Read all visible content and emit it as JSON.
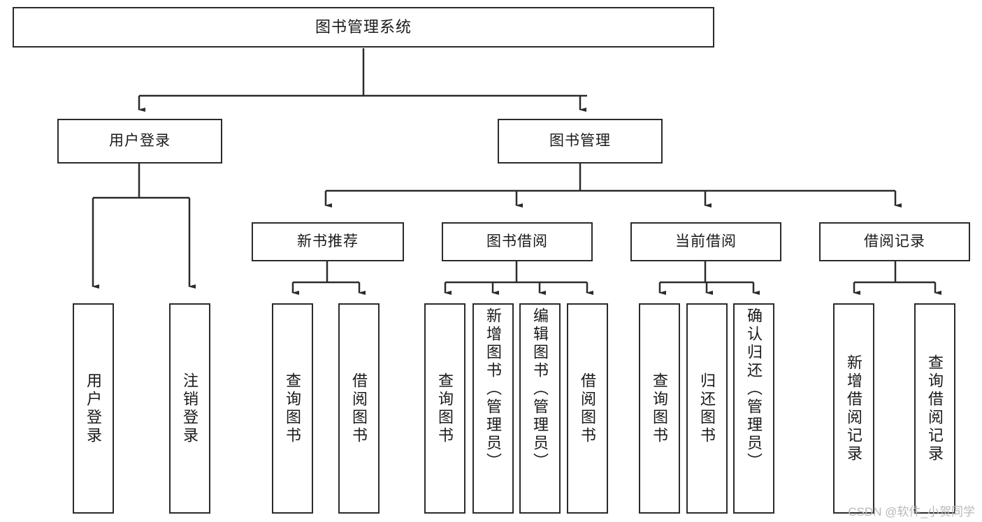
{
  "diagram": {
    "type": "tree-hierarchy-chart",
    "title": "图书管理系统",
    "stroke_color": "#2b2b2b",
    "background_color": "#ffffff",
    "text_color": "#1a1a1a",
    "watermark": "CSDN @软件_小贺同学",
    "watermark_color": "#b9b9b9"
  },
  "nodes": {
    "root": {
      "label": "图书管理系统"
    },
    "level2": [
      {
        "id": "user-login",
        "label": "用户登录"
      },
      {
        "id": "book-manage",
        "label": "图书管理"
      }
    ],
    "level3": [
      {
        "id": "new-book-recommend",
        "label": "新书推荐"
      },
      {
        "id": "book-borrow",
        "label": "图书借阅"
      },
      {
        "id": "current-borrow",
        "label": "当前借阅"
      },
      {
        "id": "borrow-record",
        "label": "借阅记录"
      }
    ],
    "leaves": [
      {
        "id": "leaf-user-login",
        "label": "用户登录",
        "parent": "user-login"
      },
      {
        "id": "leaf-logout",
        "label": "注销登录",
        "parent": "user-login"
      },
      {
        "id": "leaf-query-book-1",
        "label": "查询图书",
        "parent": "new-book-recommend"
      },
      {
        "id": "leaf-borrow-book-1",
        "label": "借阅图书",
        "parent": "new-book-recommend"
      },
      {
        "id": "leaf-query-book-2",
        "label": "查询图书",
        "parent": "book-borrow"
      },
      {
        "id": "leaf-add-book",
        "label": "新增图书（管理员）",
        "parent": "book-borrow"
      },
      {
        "id": "leaf-edit-book",
        "label": "编辑图书（管理员）",
        "parent": "book-borrow"
      },
      {
        "id": "leaf-borrow-book-2",
        "label": "借阅图书",
        "parent": "book-borrow"
      },
      {
        "id": "leaf-query-book-3",
        "label": "查询图书",
        "parent": "current-borrow"
      },
      {
        "id": "leaf-return-book",
        "label": "归还图书",
        "parent": "current-borrow"
      },
      {
        "id": "leaf-confirm-return",
        "label": "确认归还（管理员）",
        "parent": "current-borrow"
      },
      {
        "id": "leaf-add-record",
        "label": "新增借阅记录",
        "parent": "borrow-record"
      },
      {
        "id": "leaf-query-record",
        "label": "查询借阅记录",
        "parent": "borrow-record"
      }
    ]
  }
}
